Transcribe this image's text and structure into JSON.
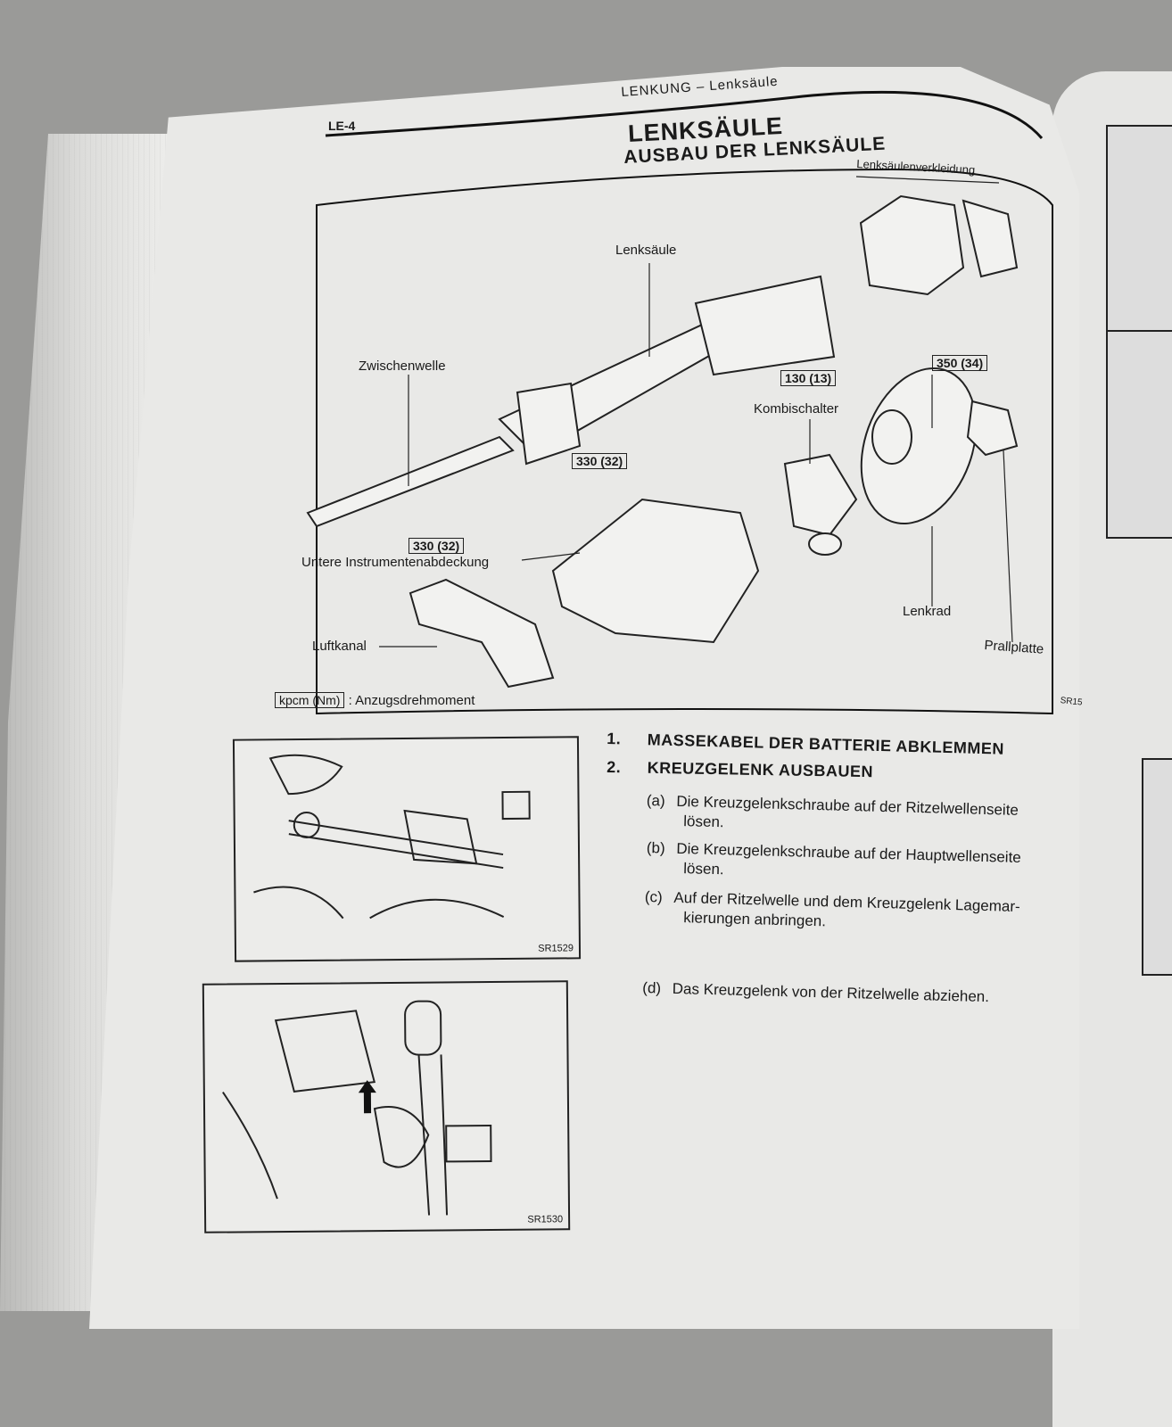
{
  "header": {
    "section": "LENKUNG – Lenksäule",
    "page_number": "LE-4"
  },
  "title": "LENKSÄULE",
  "subtitle": "AUSBAU DER LENKSÄULE",
  "diagram": {
    "labels": {
      "cover": "Lenksäulenverkleidung",
      "column": "Lenksäule",
      "intermediate_shaft": "Zwischenwelle",
      "combination_switch": "Kombischalter",
      "lower_panel": "Untere Instrumentenabdeckung",
      "steering_wheel": "Lenkrad",
      "pad": "Prallplatte",
      "air_duct": "Luftkanal"
    },
    "torques": [
      "350 (34)",
      "130 (13)",
      "330 (32)",
      "330 (32)"
    ],
    "legend_unit": "kpcm (Nm)",
    "legend_text": ": Anzugsdrehmoment",
    "code": "SR15"
  },
  "steps": [
    {
      "num": "1.",
      "title": "MASSEKABEL DER BATTERIE ABKLEMMEN"
    },
    {
      "num": "2.",
      "title": "KREUZGELENK AUSBAUEN"
    }
  ],
  "substeps": [
    {
      "key": "(a)",
      "line1": "Die Kreuzgelenkschraube auf der Ritzelwellenseite",
      "line2": "lösen."
    },
    {
      "key": "(b)",
      "line1": "Die Kreuzgelenkschraube auf der Hauptwellenseite",
      "line2": "lösen."
    },
    {
      "key": "(c)",
      "line1": "Auf der Ritzelwelle und dem Kreuzgelenk Lagemar-",
      "line2": "kierungen anbringen."
    },
    {
      "key": "(d)",
      "line1": "Das Kreuzgelenk von der Ritzelwelle abziehen."
    }
  ],
  "figures": [
    {
      "code": "SR1529"
    },
    {
      "code": "SR1530"
    }
  ]
}
